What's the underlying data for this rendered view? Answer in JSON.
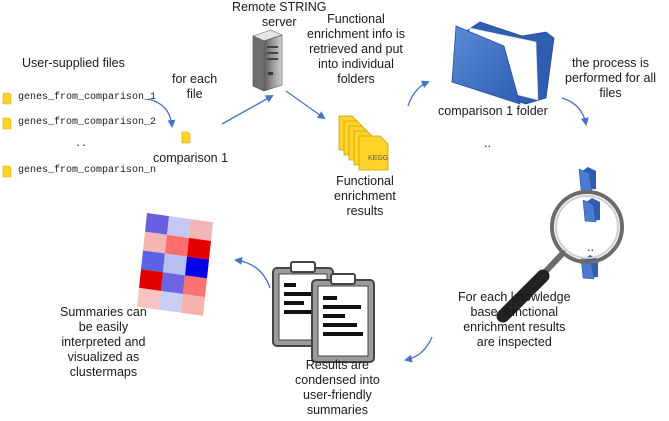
{
  "labels": {
    "remote_server": "Remote STRING\nserver",
    "user_files": "User-supplied files",
    "for_each_file": "for each\nfile",
    "comparison_1": "comparison 1",
    "retrieved": "Functional\nenrichment info is\nretrieved and put\ninto individual\nfolders",
    "comparison_folder": "comparison 1 folder",
    "process_all": "the process is\nperformed for all\nfiles",
    "enrichment_results": "Functional\nenrichment\nresults",
    "inspect": "For each knowledge\nbase, functional\nenrichment results\nare inspected",
    "condensed": "Results are\ncondensed into\nuser-friendly\nsummaries",
    "summaries": "Summaries can\nbe easily\ninterpreted and\nvisualized as\nclustermaps",
    "kegg": "KEGG"
  },
  "files": [
    "genes_from_comparison_1",
    "genes_from_comparison_2",
    "..",
    "genes_from_comparison_n"
  ],
  "ellipsis_folders": "..",
  "ellipsis_magnifier": "..",
  "heatmap": {
    "rows": [
      [
        "#6a5fe0",
        "#c3c9f2",
        "#f2b5b5"
      ],
      [
        "#f3b6b3",
        "#ff6e6e",
        "#e50000"
      ],
      [
        "#5b62e6",
        "#b7c0f2",
        "#0000e8"
      ],
      [
        "#e00000",
        "#7064e0",
        "#ff7272"
      ],
      [
        "#f6c3c0",
        "#c8cdf4",
        "#f6b2ad"
      ]
    ]
  },
  "colors": {
    "arrow": "#4472c4",
    "folder": "#4472c4",
    "file": "#ffd42a"
  }
}
